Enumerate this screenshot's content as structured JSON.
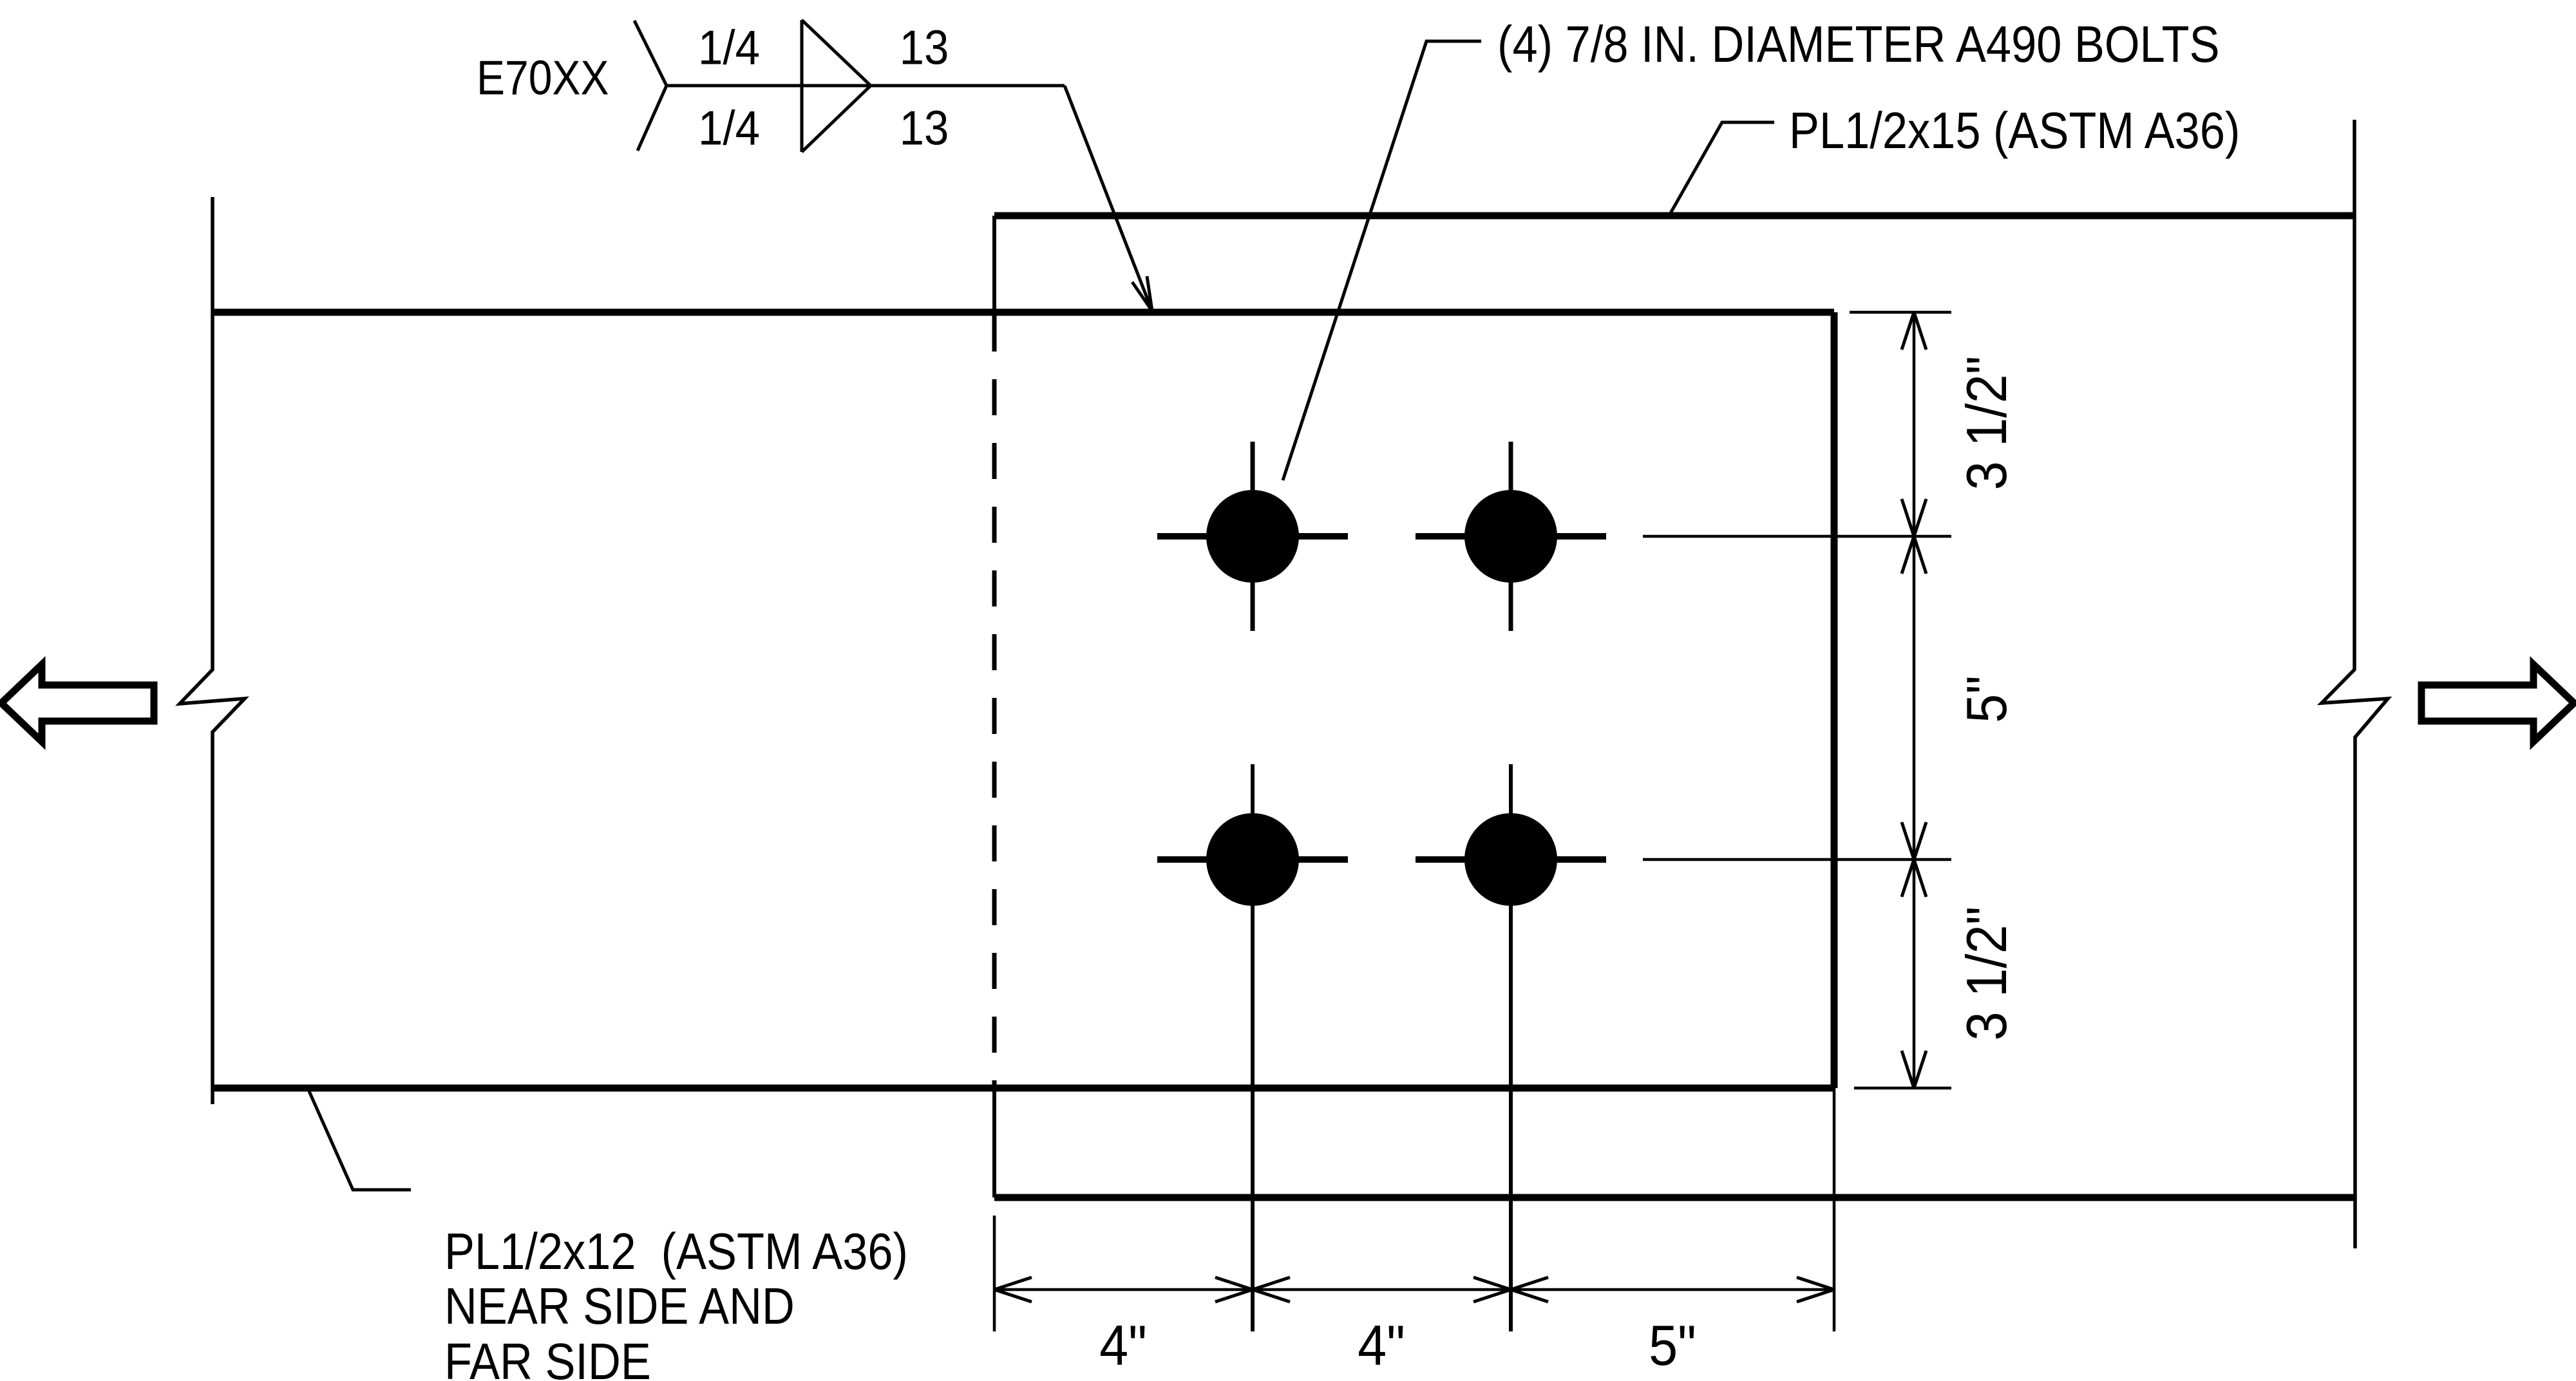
{
  "title": "Bolted and welded lap splice connection detail",
  "colors": {
    "ink": "#000000",
    "paper": "#ffffff"
  },
  "weld": {
    "electrode": "E70XX",
    "size_top": "1/4",
    "size_bottom": "1/4",
    "length_top": "13",
    "length_bottom": "13"
  },
  "labels": {
    "bolts": "(4) 7/8 IN. DIAMETER A490 BOLTS",
    "splice_plate": "PL1/2x15 (ASTM A36)",
    "main_plate_line1": "PL1/2x12  (ASTM A36)",
    "main_plate_line2": "NEAR SIDE AND",
    "main_plate_line3": "FAR SIDE"
  },
  "dimensions": {
    "vertical": [
      "3 1/2\"",
      "5\"",
      "3 1/2\""
    ],
    "horizontal": [
      "4\"",
      "4\"",
      "5\""
    ]
  }
}
